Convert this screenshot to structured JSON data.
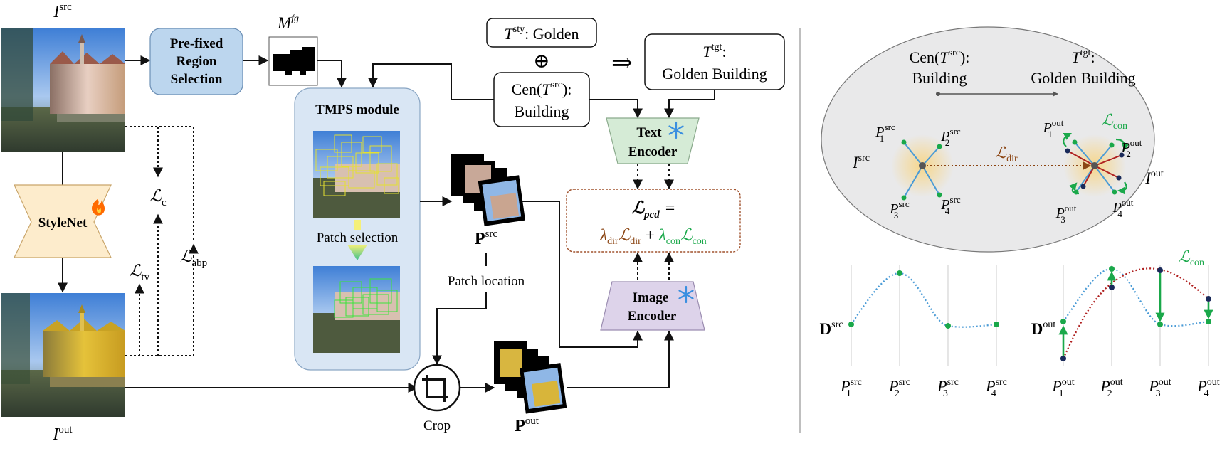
{
  "left_panel": {
    "src_image_label": {
      "base": "I",
      "sup": "src"
    },
    "out_image_label": {
      "base": "I",
      "sup": "out"
    },
    "prefixed_region": {
      "line1": "Pre-fixed",
      "line2": "Region",
      "line3": "Selection"
    },
    "mask_label": {
      "base": "M",
      "sup": "fg"
    },
    "stylenet_label": "StyleNet",
    "fire_icon": "fire-icon",
    "loss_c": {
      "base": "ℒ",
      "sub": "c"
    },
    "loss_tv": {
      "base": "ℒ",
      "sub": "tv"
    },
    "loss_abp": {
      "base": "ℒ",
      "sub": "abp"
    },
    "tmps_title": "TMPS module",
    "patch_selection": "Patch selection",
    "p_src": {
      "base": "P",
      "sup": "src"
    },
    "p_out": {
      "base": "P",
      "sup": "out"
    },
    "patch_location": "Patch location",
    "crop_label": "Crop",
    "t_sty": {
      "base": "T",
      "sup": "sty",
      "rest": ": Golden"
    },
    "oplus": "⊕",
    "cen_src": {
      "prefix": "Cen(",
      "base": "T",
      "sup": "src",
      "suffix": "):",
      "line2": "Building"
    },
    "implies": "⇒",
    "t_tgt": {
      "base": "T",
      "sup": "tgt",
      "suffix": ":",
      "line2": "Golden Building"
    },
    "text_encoder": {
      "line1": "Text",
      "line2": "Encoder"
    },
    "image_encoder": {
      "line1": "Image",
      "line2": "Encoder"
    },
    "snowflake_icon": "snowflake-icon",
    "loss_pcd": {
      "lhs": "ℒ",
      "lhs_sub": "pcd",
      "eq": "=",
      "lambda": "λ",
      "dir_sub": "dir",
      "con_sub": "con",
      "plus": "+"
    }
  },
  "right_panel": {
    "ellipse": {
      "cen_src": {
        "prefix": "Cen(",
        "base": "T",
        "sup": "src",
        "suffix": "):",
        "line2": "Building"
      },
      "t_tgt": {
        "base": "T",
        "sup": "tgt",
        "suffix": ":",
        "line2": "Golden Building"
      },
      "i_src": {
        "base": "I",
        "sup": "src"
      },
      "i_out": {
        "base": "I",
        "sup": "out"
      },
      "l_dir": {
        "base": "ℒ",
        "sub": "dir"
      },
      "l_con": {
        "base": "ℒ",
        "sub": "con"
      },
      "src_points": [
        {
          "base": "P",
          "sub": "1",
          "sup": "src"
        },
        {
          "base": "P",
          "sub": "2",
          "sup": "src"
        },
        {
          "base": "P",
          "sub": "3",
          "sup": "src"
        },
        {
          "base": "P",
          "sub": "4",
          "sup": "src"
        }
      ],
      "out_points": [
        {
          "base": "P",
          "sub": "1",
          "sup": "out"
        },
        {
          "base": "P",
          "sub": "2",
          "sup": "out"
        },
        {
          "base": "P",
          "sub": "3",
          "sup": "out"
        },
        {
          "base": "P",
          "sub": "4",
          "sup": "out"
        }
      ]
    },
    "d_src": {
      "base": "D",
      "sup": "src"
    },
    "d_out": {
      "base": "D",
      "sup": "out"
    },
    "l_con_bottom": {
      "base": "ℒ",
      "sub": "con"
    }
  },
  "colors": {
    "blue_box": "#bcd6ee",
    "blue_box_border": "#6c8fb5",
    "tmps_bg": "#d9e6f4",
    "stylenet_fill": "#fdeccc",
    "text_encoder_fill": "#d5ebd6",
    "image_encoder_fill": "#ddd3ea",
    "loss_box_border": "#a0522d",
    "dir_color": "#8b4513",
    "con_color": "#1aa84a",
    "ellipse_fill": "#e9e9ea",
    "blue_line": "#4a9bd6",
    "red_line": "#b02020",
    "snowflake": "#3a8fe0",
    "fire": "#ff6a00"
  }
}
